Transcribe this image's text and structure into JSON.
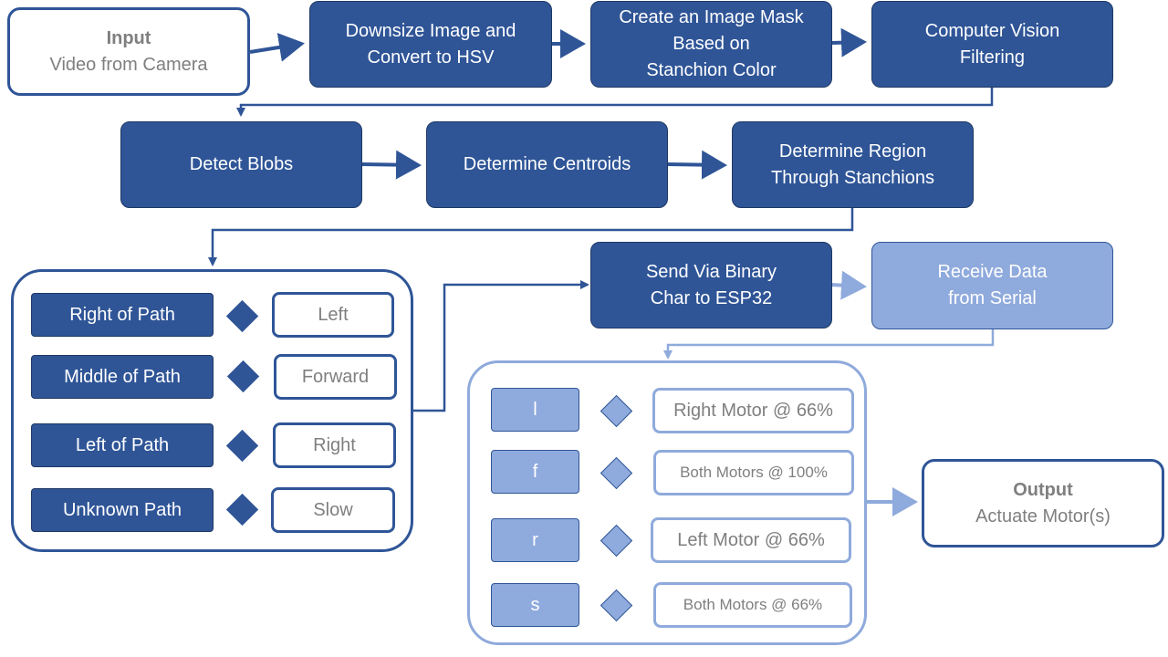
{
  "colors": {
    "dark_blue": "#2f5597",
    "light_blue": "#8faadc",
    "border_dark": "#1f3864",
    "text_gray": "#7f7f7f"
  },
  "input": {
    "title": "Input",
    "subtitle": "Video from Camera"
  },
  "steps": {
    "downsize": {
      "line1": "Downsize Image and",
      "line2": "Convert to HSV"
    },
    "mask": {
      "line1": "Create an Image Mask",
      "line2": "Based on",
      "line3": "Stanchion Color"
    },
    "cv_filter": {
      "line1": "Computer Vision",
      "line2": "Filtering"
    },
    "detect_blobs": "Detect Blobs",
    "centroids": "Determine Centroids",
    "region": {
      "line1": "Determine Region",
      "line2": "Through Stanchions"
    },
    "send": {
      "line1": "Send Via Binary",
      "line2": "Char to ESP32"
    },
    "receive": {
      "line1": "Receive Data",
      "line2": "from Serial"
    }
  },
  "path_mapping": [
    {
      "region": "Right of Path",
      "action": "Left"
    },
    {
      "region": "Middle of Path",
      "action": "Forward"
    },
    {
      "region": "Left of Path",
      "action": "Right"
    },
    {
      "region": "Unknown Path",
      "action": "Slow"
    }
  ],
  "motor_mapping": [
    {
      "char": "l",
      "action": "Right Motor @ 66%"
    },
    {
      "char": "f",
      "action": "Both Motors @ 100%"
    },
    {
      "char": "r",
      "action": "Left Motor @ 66%"
    },
    {
      "char": "s",
      "action": "Both Motors @ 66%"
    }
  ],
  "output": {
    "title": "Output",
    "subtitle": "Actuate Motor(s)"
  }
}
